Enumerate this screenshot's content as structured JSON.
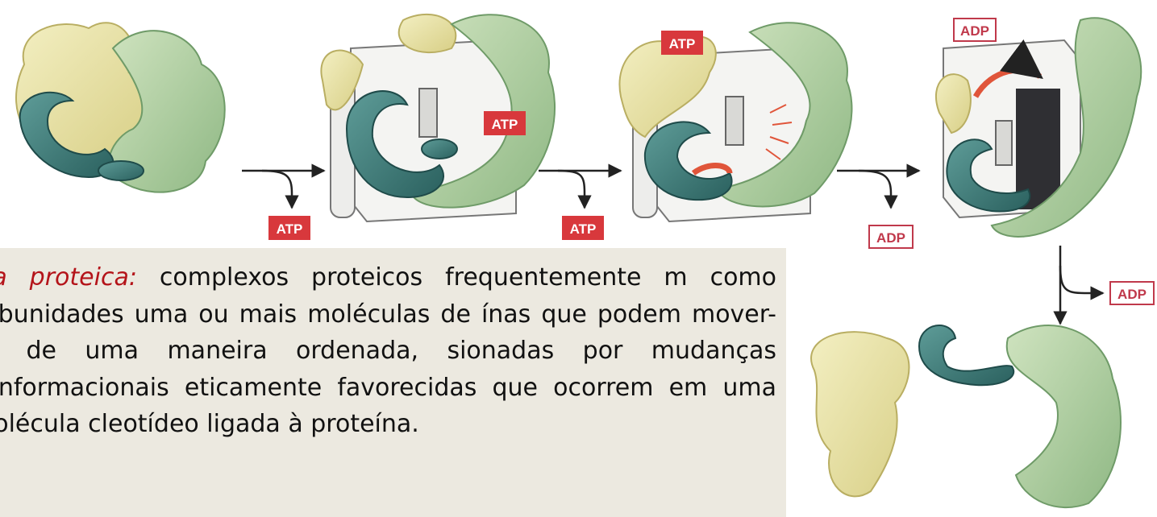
{
  "labels": {
    "atp_out_1": "ATP",
    "atp_in_2": "ATP",
    "atp_out_2": "ATP",
    "atp_in_3": "ATP",
    "adp_in_4": "ADP",
    "adp_out_3": "ADP",
    "adp_out_4": "ADP"
  },
  "description": {
    "term": "ína proteica",
    "colon": ":",
    "line1_rest": " complexos proteicos frequentemente",
    "line2": "m como subunidades uma ou mais moléculas de",
    "line3": "ínas que podem mover-se de uma maneira ordenada,",
    "line4": "sionadas por mudanças conformacionais",
    "line5": "eticamente favorecidas que ocorrem em uma molécula",
    "line6": "cleotídeo ligada à proteína."
  },
  "colors": {
    "yellow_protein": "#e8e2a6",
    "green_protein": "#a9cc9a",
    "teal_protein": "#3f7f7d",
    "atp_tag": "#d8383c",
    "adp_tag": "#c0394b",
    "text_box": "#ece9e0",
    "term_text": "#b4141a"
  }
}
